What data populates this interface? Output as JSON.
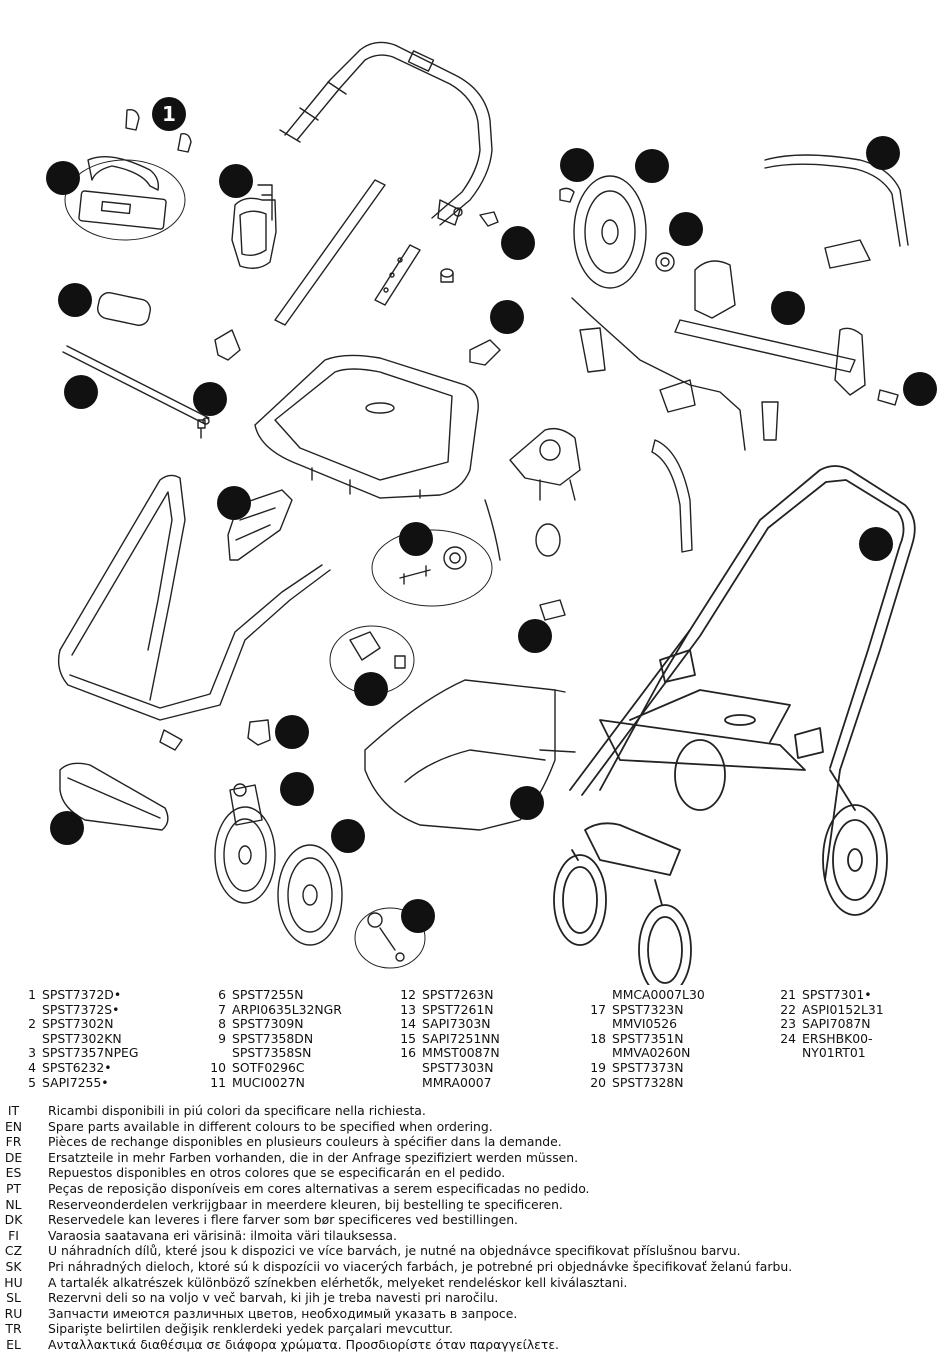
{
  "diagram": {
    "badge_top_label": "1",
    "badge_color": "#111111",
    "line_color": "#222222"
  },
  "parts": {
    "columns": [
      [
        {
          "num": "1",
          "code": "SPST7372D•"
        },
        {
          "num": "",
          "code": "SPST7372S•"
        },
        {
          "num": "2",
          "code": "SPST7302N"
        },
        {
          "num": "",
          "code": "SPST7302KN"
        },
        {
          "num": "3",
          "code": "SPST7357NPEG"
        },
        {
          "num": "4",
          "code": "SPST6232•"
        },
        {
          "num": "5",
          "code": "SAPI7255•"
        }
      ],
      [
        {
          "num": "6",
          "code": "SPST7255N"
        },
        {
          "num": "7",
          "code": "ARPI0635L32NGR"
        },
        {
          "num": "8",
          "code": "SPST7309N"
        },
        {
          "num": "9",
          "code": "SPST7358DN"
        },
        {
          "num": "",
          "code": "SPST7358SN"
        },
        {
          "num": "10",
          "code": "SOTF0296C"
        },
        {
          "num": "11",
          "code": "MUCI0027N"
        }
      ],
      [
        {
          "num": "12",
          "code": "SPST7263N"
        },
        {
          "num": "13",
          "code": "SPST7261N"
        },
        {
          "num": "14",
          "code": "SAPI7303N"
        },
        {
          "num": "15",
          "code": "SAPI7251NN"
        },
        {
          "num": "16",
          "code": "MMST0087N"
        },
        {
          "num": "",
          "code": "SPST7303N"
        },
        {
          "num": "",
          "code": "MMRA0007"
        }
      ],
      [
        {
          "num": "",
          "code": "MMCA0007L30"
        },
        {
          "num": "17",
          "code": "SPST7323N"
        },
        {
          "num": "",
          "code": "MMVI0526"
        },
        {
          "num": "18",
          "code": "SPST7351N"
        },
        {
          "num": "",
          "code": "MMVA0260N"
        },
        {
          "num": "19",
          "code": "SPST7373N"
        },
        {
          "num": "20",
          "code": "SPST7328N"
        }
      ],
      [
        {
          "num": "21",
          "code": "SPST7301•"
        },
        {
          "num": "22",
          "code": "ASPI0152L31"
        },
        {
          "num": "23",
          "code": "SAPI7087N"
        },
        {
          "num": "24",
          "code": "ERSHBK00-"
        },
        {
          "num": "",
          "code": "NY01RT01"
        }
      ]
    ]
  },
  "notes": [
    {
      "lang": "IT",
      "text": "Ricambi disponibili in piú colori da specificare nella richiesta."
    },
    {
      "lang": "EN",
      "text": "Spare parts available in different colours to be specified when ordering."
    },
    {
      "lang": "FR",
      "text": "Pièces de rechange disponibles en plusieurs couleurs à spécifier dans la demande."
    },
    {
      "lang": "DE",
      "text": "Ersatzteile in mehr Farben vorhanden, die in der Anfrage spezifiziert werden müssen."
    },
    {
      "lang": "ES",
      "text": "Repuestos disponibles en otros colores que se especificarán en el pedido."
    },
    {
      "lang": "PT",
      "text": "Peças de reposição disponíveis em cores alternativas a serem especificadas no pedido."
    },
    {
      "lang": "NL",
      "text": "Reserveonderdelen verkrijgbaar in meerdere kleuren, bij bestelling te specificeren."
    },
    {
      "lang": "DK",
      "text": "Reservedele kan leveres i flere farver som bør specificeres ved bestillingen."
    },
    {
      "lang": "FI",
      "text": "Varaosia saatavana eri värisinä: ilmoita väri tilauksessa."
    },
    {
      "lang": "CZ",
      "text": "U náhradních dílů, které jsou k dispozici ve více barvách, je nutné na objednávce specifikovat příslušnou barvu."
    },
    {
      "lang": "SK",
      "text": "Pri náhradných dieloch, ktoré sú k dispozícii vo viacerých farbách, je potrebné pri objednávke špecifikovať želanú farbu."
    },
    {
      "lang": "HU",
      "text": "A tartalék alkatrészek különböző színekben elérhetők, melyeket rendeléskor kell kiválasztani."
    },
    {
      "lang": "SL",
      "text": "Rezervni deli so na voljo v več barvah, ki jih je treba navesti pri naročilu."
    },
    {
      "lang": "RU",
      "text": "Запчасти имеются различных цветов, необходимый указать в запросе."
    },
    {
      "lang": "TR",
      "text": "Siparişte belirtilen değişik renklerdeki yedek parçalari mevcuttur."
    },
    {
      "lang": "EL",
      "text": "Ανταλλακτικά διαθέσιμα σε διάφορα χρώματα. Προσδιορίστε όταν παραγγείλετε."
    }
  ]
}
